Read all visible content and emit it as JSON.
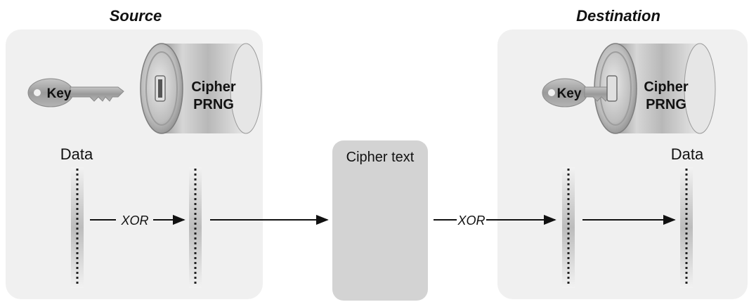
{
  "source": {
    "title": "Source",
    "key_label": "Key",
    "cipher_label_line1": "Cipher",
    "cipher_label_line2": "PRNG",
    "data_label": "Data",
    "xor_label": "XOR"
  },
  "middle": {
    "cipher_text_label": "Cipher text"
  },
  "destination": {
    "title": "Destination",
    "key_label": "Key",
    "cipher_label_line1": "Cipher",
    "cipher_label_line2": "PRNG",
    "data_label": "Data",
    "xor_label": "XOR"
  }
}
